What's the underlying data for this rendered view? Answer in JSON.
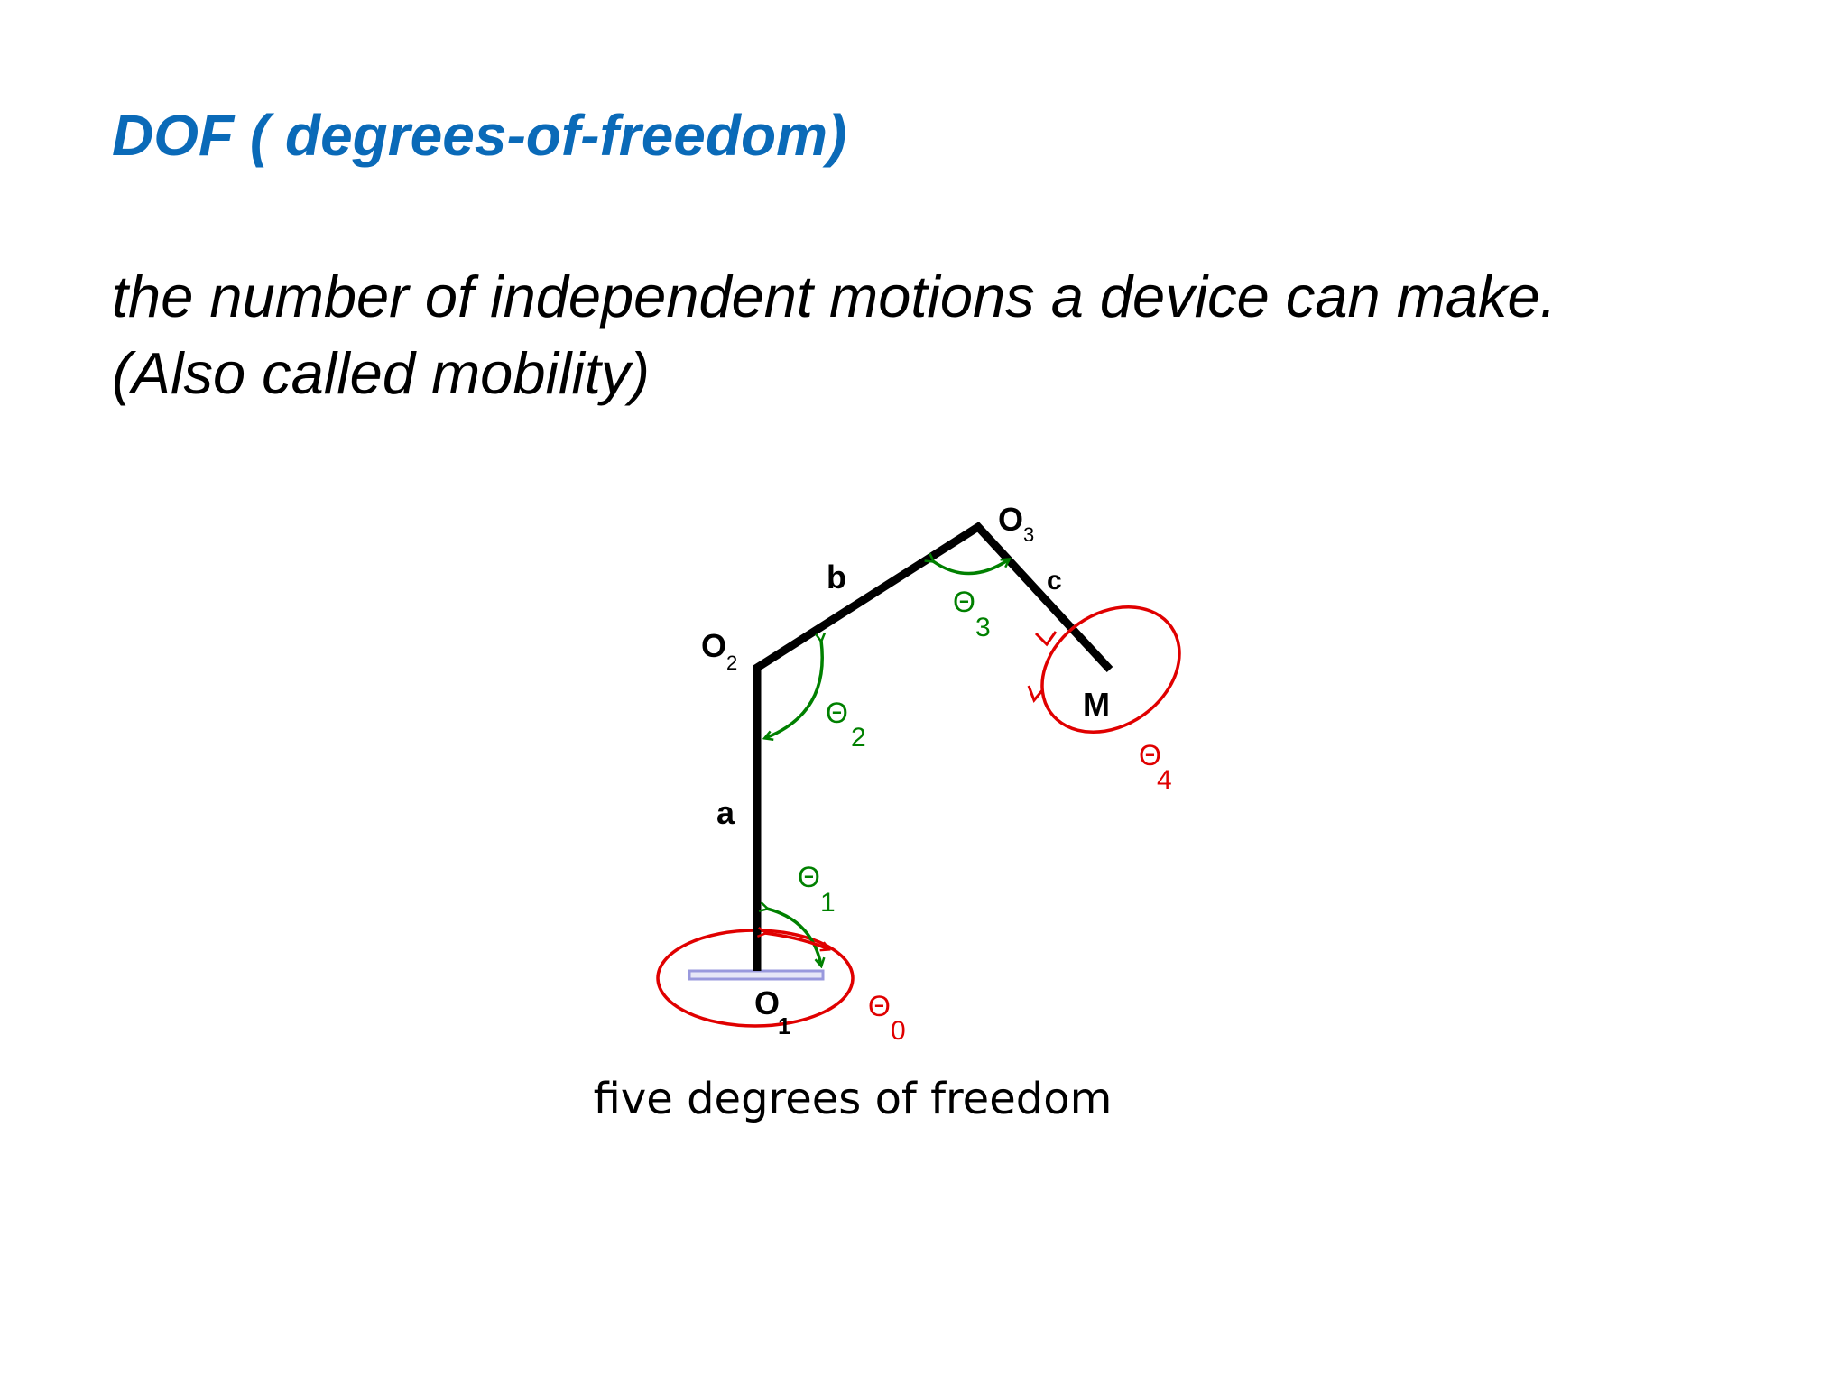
{
  "slide": {
    "title": "DOF ( degrees-of-freedom)",
    "definition_line1": "the number of independent motions a device can make.",
    "definition_line2": "(Also called mobility)",
    "caption": "five degrees of freedom"
  },
  "diagram": {
    "links": {
      "a": "a",
      "b": "b",
      "c": "c"
    },
    "joints": {
      "o1": {
        "name": "O",
        "sub": "1"
      },
      "o2": {
        "name": "O",
        "sub": "2"
      },
      "o3": {
        "name": "O",
        "sub": "3"
      },
      "m": {
        "name": "M"
      }
    },
    "angles": {
      "theta0": {
        "symbol": "Θ",
        "sub": "0"
      },
      "theta1": {
        "symbol": "Θ",
        "sub": "1"
      },
      "theta2": {
        "symbol": "Θ",
        "sub": "2"
      },
      "theta3": {
        "symbol": "Θ",
        "sub": "3"
      },
      "theta4": {
        "symbol": "Θ",
        "sub": "4"
      }
    },
    "colors": {
      "title": "#0a6ab8",
      "arm": "#000000",
      "joint_rotation": "#008000",
      "twist_rotation": "#e00000",
      "base_plate": "#9999dd"
    }
  }
}
